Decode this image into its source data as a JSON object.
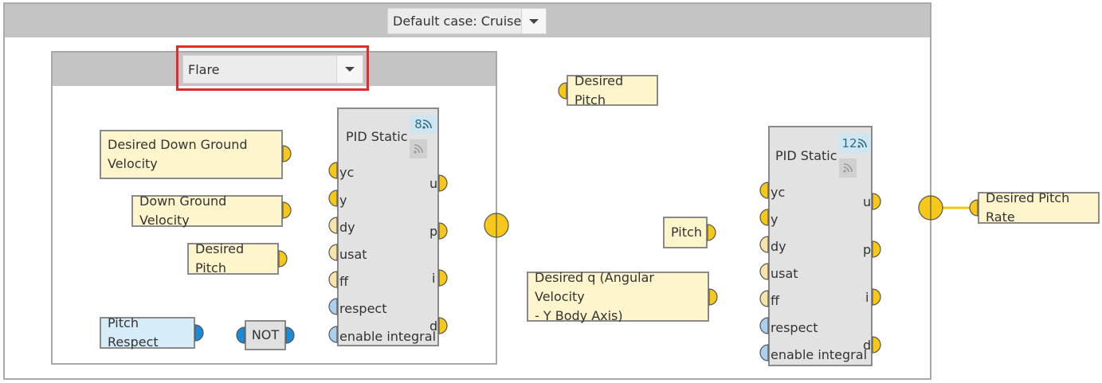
{
  "outer_case": {
    "selected": "Default case: Cruise"
  },
  "inner_case": {
    "selected": "Flare"
  },
  "inputs": {
    "desired_down_ground_velocity_l1": "Desired Down Ground",
    "desired_down_ground_velocity_l2": "Velocity",
    "down_ground_velocity": "Down Ground Velocity",
    "desired_pitch_in": "Desired Pitch",
    "pitch_respect": "Pitch Respect",
    "not_op": "NOT",
    "desired_pitch_out": "Desired Pitch",
    "pitch": "Pitch",
    "desired_q_l1": "Desired q (Angular Velocity",
    "desired_q_l2": "- Y Body Axis)",
    "desired_pitch_rate": "Desired Pitch Rate"
  },
  "pid1": {
    "title": "PID Static",
    "badge": "8",
    "ports_in": [
      "yc",
      "y",
      "dy",
      "usat",
      "ff",
      "respect",
      "enable integral"
    ],
    "ports_out": [
      "u",
      "p",
      "i",
      "d"
    ]
  },
  "pid2": {
    "title": "PID Static",
    "badge": "12",
    "ports_in": [
      "yc",
      "y",
      "dy",
      "usat",
      "ff",
      "respect",
      "enable integral"
    ],
    "ports_out": [
      "u",
      "p",
      "i",
      "d"
    ]
  },
  "colors": {
    "wire_yellow": "#f2c40f",
    "port_yellow": "#f7c81a",
    "port_faded": "#f8e3a9",
    "port_blue": "#7bb8e4",
    "wire_blue": "#1b8ad8",
    "highlight": "#e52a2a"
  },
  "icons": [
    "chevron-down-icon",
    "rss-feed-icon"
  ]
}
